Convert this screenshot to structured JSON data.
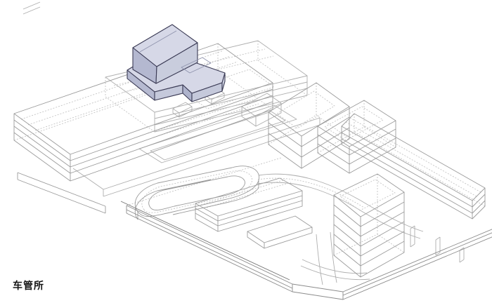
{
  "diagram": {
    "title_label": "车管所",
    "view": "axonometric site massing diagram",
    "highlight": {
      "label": "车管所",
      "top": "#d6d8e7",
      "side_left": "#b4b8d0",
      "side_right": "#c9cddd",
      "podium_top": "#d6d8e7",
      "podium_side_dark": "#b6bad1",
      "podium_front": "#c5c9db",
      "podium_notch": "#aeb3cc",
      "podium_end": "#cdd1e0",
      "outline": "#3b3b55",
      "detail_line": "#8e92ac"
    },
    "wireframe": {
      "line": "#9b9b9b",
      "light_line": "#aeaeae",
      "hidden_line": "#c4c4c4",
      "strong_line": "#747474",
      "background": "#ffffff"
    }
  }
}
